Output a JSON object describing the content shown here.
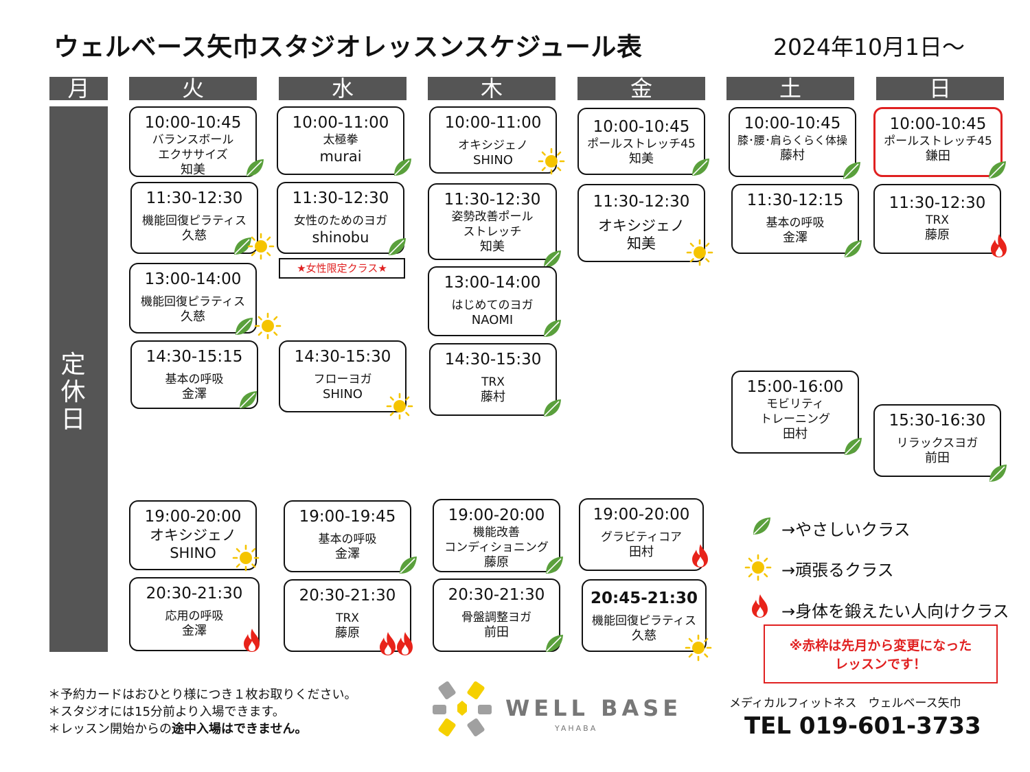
{
  "title": "ウェルベース矢巾スタジオレッスンスケジュール表",
  "date": "2024年10月1日～",
  "days": [
    "月",
    "火",
    "水",
    "木",
    "金",
    "土",
    "日"
  ],
  "closed_label": "定休日",
  "classes": {
    "tue": [
      {
        "time": "10:00-10:45",
        "name": "バランスボール",
        "name2": "エクササイズ",
        "instructor": "知美",
        "level": "easy"
      },
      {
        "time": "11:30-12:30",
        "name": "機能回復ピラティス",
        "instructor": "久慈",
        "level": "easy+hard"
      },
      {
        "time": "13:00-14:00",
        "name": "機能回復ピラティス",
        "instructor": "久慈",
        "level": "easy+hard"
      },
      {
        "time": "14:30-15:15",
        "name": "基本の呼吸",
        "instructor": "金澤",
        "level": "easy"
      },
      {
        "time": "19:00-20:00",
        "name": "オキシジェノ",
        "instructor": "SHINO",
        "level": "hard"
      },
      {
        "time": "20:30-21:30",
        "name": "応用の呼吸",
        "instructor": "金澤",
        "level": "fire"
      }
    ],
    "wed": [
      {
        "time": "10:00-11:00",
        "name": "太極拳",
        "instructor": "murai",
        "level": "easy"
      },
      {
        "time": "11:30-12:30",
        "name": "女性のためのヨガ",
        "instructor": "shinobu",
        "level": "easy"
      },
      {
        "time": "14:30-15:30",
        "name": "フローヨガ",
        "instructor": "SHINO",
        "level": "hard"
      },
      {
        "time": "19:00-19:45",
        "name": "基本の呼吸",
        "instructor": "金澤",
        "level": "easy"
      },
      {
        "time": "20:30-21:30",
        "name": "TRX",
        "instructor": "藤原",
        "level": "fire2"
      }
    ],
    "thu": [
      {
        "time": "10:00-11:00",
        "name": "オキシジェノ",
        "instructor": "SHINO",
        "level": "hard"
      },
      {
        "time": "11:30-12:30",
        "name": "姿勢改善ポール",
        "name2": "ストレッチ",
        "instructor": "知美",
        "level": "easy"
      },
      {
        "time": "13:00-14:00",
        "name": "はじめてのヨガ",
        "instructor": "NAOMI",
        "level": "easy"
      },
      {
        "time": "14:30-15:30",
        "name": "TRX",
        "instructor": "藤村",
        "level": "easy"
      },
      {
        "time": "19:00-20:00",
        "name": "機能改善",
        "name2": "コンディショニング",
        "instructor": "藤原",
        "level": "easy"
      },
      {
        "time": "20:30-21:30",
        "name": "骨盤調整ヨガ",
        "instructor": "前田",
        "level": "easy"
      }
    ],
    "fri": [
      {
        "time": "10:00-10:45",
        "name": "ポールストレッチ45",
        "instructor": "知美",
        "level": "easy"
      },
      {
        "time": "11:30-12:30",
        "name": "オキシジェノ",
        "instructor": "知美",
        "level": "hard"
      },
      {
        "time": "19:00-20:00",
        "name": "グラビティコア",
        "instructor": "田村",
        "level": "fire"
      },
      {
        "time": "20:45-21:30",
        "name": "機能回復ピラティス",
        "instructor": "久慈",
        "level": "hard"
      }
    ],
    "sat": [
      {
        "time": "10:00-10:45",
        "name": "膝･腰･肩らくらく体操",
        "instructor": "藤村",
        "level": "easy"
      },
      {
        "time": "11:30-12:15",
        "name": "基本の呼吸",
        "instructor": "金澤",
        "level": "easy"
      },
      {
        "time": "15:00-16:00",
        "name": "モビリティ",
        "name2": "トレーニング",
        "instructor": "田村",
        "level": "easy"
      }
    ],
    "sun": [
      {
        "time": "10:00-10:45",
        "name": "ポールストレッチ45",
        "instructor": "鎌田",
        "level": "easy",
        "changed": true
      },
      {
        "time": "11:30-12:30",
        "name": "TRX",
        "instructor": "藤原",
        "level": "fire"
      },
      {
        "time": "15:30-16:30",
        "name": "リラックスヨガ",
        "instructor": "前田",
        "level": "easy"
      }
    ]
  },
  "women_only_note": "★女性限定クラス★",
  "legend": {
    "easy": "→やさしいクラス",
    "hard": "→頑張るクラス",
    "fire": "→身体を鍛えたい人向けクラス"
  },
  "change_note": {
    "line1": "※赤枠は先月から変更になった",
    "line2": "レッスンです！"
  },
  "footer_notes": {
    "n1": "＊予約カードはおひとり様につき１枚お取りください。",
    "n2": "＊スタジオには15分前より入場できます。",
    "n3_pre": "＊レッスン開始からの",
    "n3_bold": "途中入場はできません。"
  },
  "logo": {
    "main": "WELL BASE",
    "sub": "YAHABA"
  },
  "company": "メディカルフィットネス　ウェルベース矢巾",
  "tel": "TEL 019-601-3733",
  "colors": {
    "header_gray": "#555555",
    "leaf_green": "#5aa03c",
    "sun_yellow": "#f5c400",
    "fire_red": "#e8231a",
    "change_red": "#e02020"
  }
}
